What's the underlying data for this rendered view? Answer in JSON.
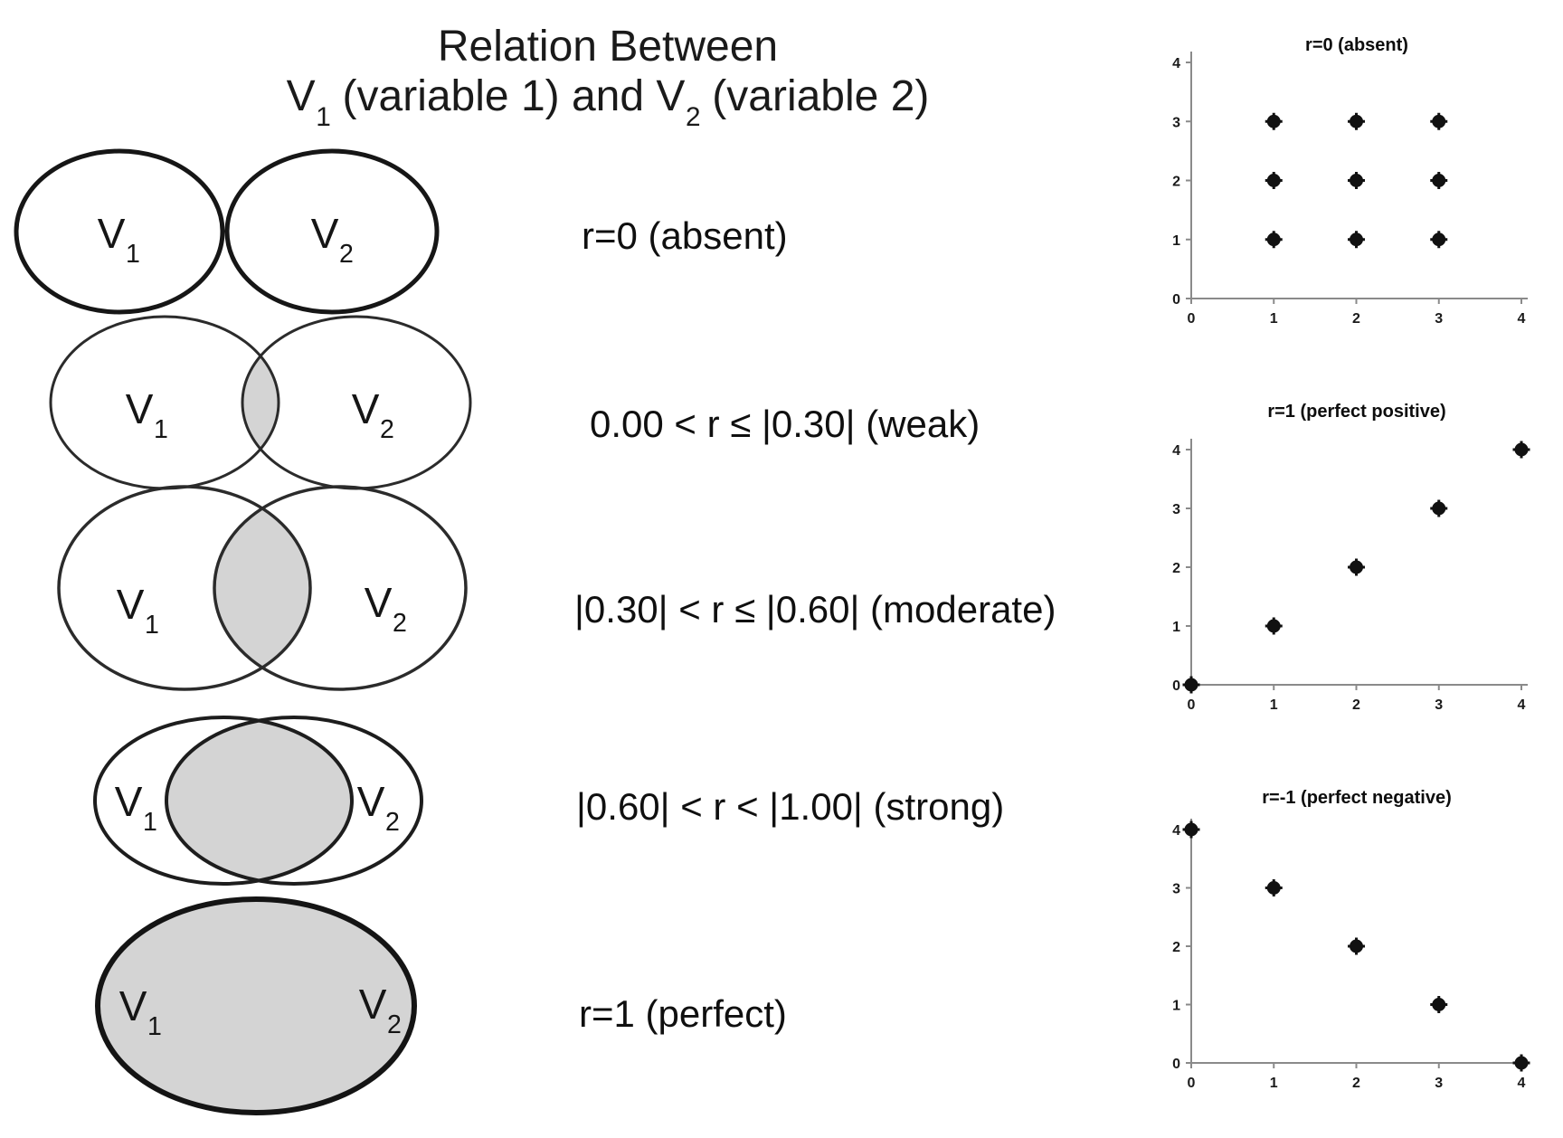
{
  "title": {
    "line1": "Relation Between",
    "line2": {
      "v1_base": "V",
      "v1_sub": "1",
      "mid": " (variable 1) and ",
      "v2_base": "V",
      "v2_sub": "2",
      "end": " (variable 2)"
    }
  },
  "venn_labels": {
    "v1_base": "V",
    "v1_sub": "1",
    "v2_base": "V",
    "v2_sub": "2"
  },
  "relation_labels": {
    "absent": "r=0 (absent)",
    "weak": "0.00 < r ≤ |0.30| (weak)",
    "moderate": "|0.30| < r ≤ |0.60| (moderate)",
    "strong": "|0.60| < r < |1.00| (strong)",
    "perfect": "r=1 (perfect)"
  },
  "chart_data": [
    {
      "type": "scatter",
      "title": "r=0 (absent)",
      "xlabel": "",
      "ylabel": "",
      "xlim": [
        0,
        4
      ],
      "ylim": [
        0,
        4
      ],
      "x_ticks": [
        0,
        1,
        2,
        3,
        4
      ],
      "y_ticks": [
        0,
        1,
        2,
        3,
        4
      ],
      "grid": false,
      "points": [
        [
          1,
          1
        ],
        [
          2,
          1
        ],
        [
          3,
          1
        ],
        [
          1,
          2
        ],
        [
          2,
          2
        ],
        [
          3,
          2
        ],
        [
          1,
          3
        ],
        [
          2,
          3
        ],
        [
          3,
          3
        ]
      ]
    },
    {
      "type": "scatter",
      "title": "r=1 (perfect positive)",
      "xlabel": "",
      "ylabel": "",
      "xlim": [
        0,
        4
      ],
      "ylim": [
        0,
        4
      ],
      "x_ticks": [
        0,
        1,
        2,
        3,
        4
      ],
      "y_ticks": [
        0,
        1,
        2,
        3,
        4
      ],
      "grid": false,
      "points": [
        [
          0,
          0
        ],
        [
          1,
          1
        ],
        [
          2,
          2
        ],
        [
          3,
          3
        ],
        [
          4,
          4
        ]
      ]
    },
    {
      "type": "scatter",
      "title": "r=-1 (perfect negative)",
      "xlabel": "",
      "ylabel": "",
      "xlim": [
        0,
        4
      ],
      "ylim": [
        0,
        4
      ],
      "x_ticks": [
        0,
        1,
        2,
        3,
        4
      ],
      "y_ticks": [
        0,
        1,
        2,
        3,
        4
      ],
      "grid": false,
      "points": [
        [
          0,
          4
        ],
        [
          1,
          3
        ],
        [
          2,
          2
        ],
        [
          3,
          1
        ],
        [
          4,
          0
        ]
      ]
    }
  ],
  "colors": {
    "shade": "#d4d4d4",
    "axis": "#8a8a8a",
    "ink": "#111111"
  }
}
